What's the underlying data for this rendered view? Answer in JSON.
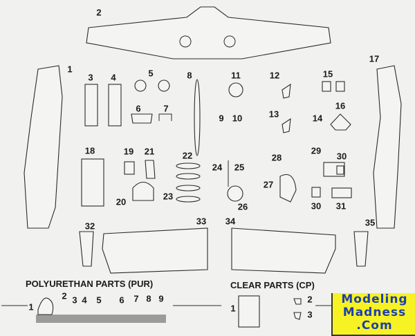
{
  "part_labels": {
    "p1": "1",
    "p2": "2",
    "p3": "3",
    "p4": "4",
    "p5": "5",
    "p6": "6",
    "p7": "7",
    "p8": "8",
    "p9": "9",
    "p10": "10",
    "p11": "11",
    "p12": "12",
    "p13": "13",
    "p14": "14",
    "p15": "15",
    "p16": "16",
    "p17": "17",
    "p18": "18",
    "p19": "19",
    "p20": "20",
    "p21": "21",
    "p22": "22",
    "p23": "23",
    "p24": "24",
    "p25": "25",
    "p26": "26",
    "p27": "27",
    "p28": "28",
    "p29": "29",
    "p30a": "30",
    "p30b": "30",
    "p31": "31",
    "p32": "32",
    "p33": "33",
    "p34": "34",
    "p35": "35"
  },
  "pur": {
    "title": "POLYURETHAN PARTS (PUR)",
    "labels": [
      "1",
      "2",
      "3",
      "4",
      "5",
      "6",
      "7",
      "8",
      "9"
    ]
  },
  "cp": {
    "title": "CLEAR PARTS (CP)",
    "labels": [
      "1",
      "2",
      "3"
    ]
  },
  "logo": {
    "line1": "Modeling",
    "line2": "Madness",
    "line3": ".Com",
    "bg": "#f7f224",
    "fg": "#1d3fae"
  }
}
